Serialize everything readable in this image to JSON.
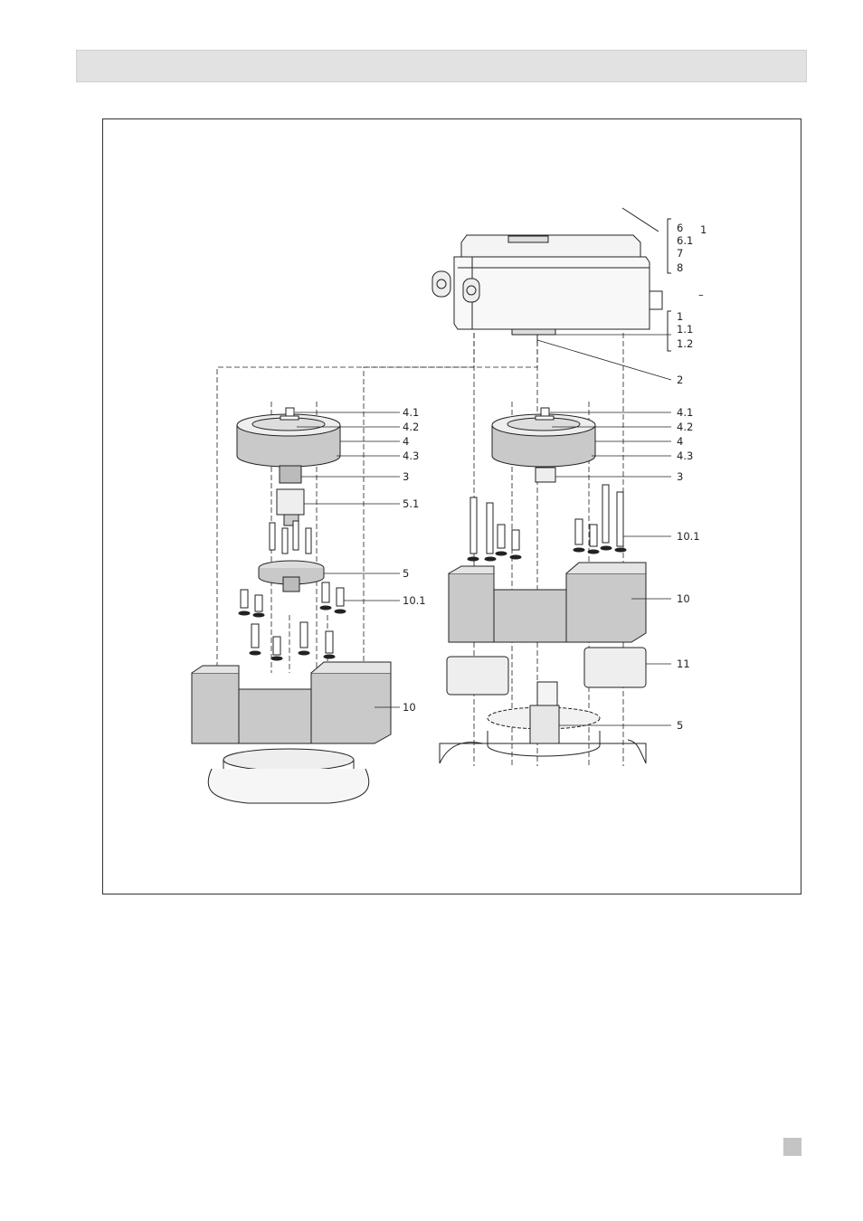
{
  "figure": {
    "left_labels": [
      "4.1",
      "4.2",
      "4",
      "4.3",
      "3",
      "5.1",
      "5",
      "10.1",
      "10"
    ],
    "right_labels": [
      "6",
      "6.1",
      "7",
      "8",
      "1",
      "1.1",
      "1.2",
      "2",
      "4.1",
      "4.2",
      "4",
      "4.3",
      "3",
      "10.1",
      "10",
      "11",
      "5"
    ],
    "stray_marks": [
      "1",
      "–"
    ]
  },
  "colors": {
    "part_gray": "#c9c9c9",
    "part_dark": "#a9a9a9",
    "line": "#222222"
  }
}
